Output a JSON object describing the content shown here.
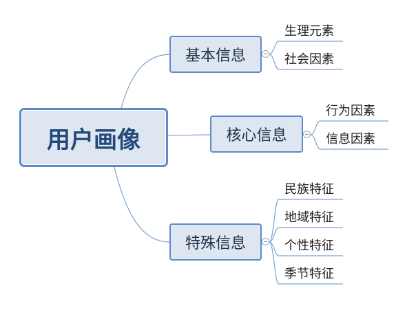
{
  "root": {
    "label": "用户画像"
  },
  "branches": [
    {
      "label": "基本信息",
      "leaves": [
        "生理元素",
        "社会因素"
      ]
    },
    {
      "label": "核心信息",
      "leaves": [
        "行为因素",
        "信息因素"
      ]
    },
    {
      "label": "特殊信息",
      "leaves": [
        "民族特征",
        "地域特征",
        "个性特征",
        "季节特征"
      ]
    }
  ],
  "colors": {
    "node_fill": "#dde6f1",
    "node_border": "#5e8ac8",
    "connector": "#7ea2cf",
    "root_text": "#244a7a"
  }
}
